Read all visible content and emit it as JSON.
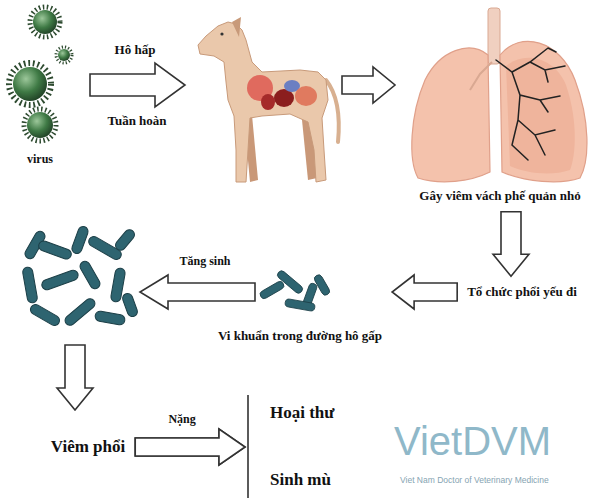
{
  "diagram": {
    "nodes": [
      {
        "text": [
          "Gây viêm vách phế quản nhỏ"
        ]
      },
      {
        "text": [
          "Tổ chức phổi yếu đi"
        ]
      },
      {
        "text": [
          "Vi khuẩn trong đường hô gấp"
        ]
      },
      {
        "text": [
          "Viêm phổi"
        ]
      },
      {
        "text": [
          "Hoại thư"
        ]
      },
      {
        "text": [
          "Sinh mù"
        ]
      }
    ],
    "edges": [
      {
        "from": 0,
        "to": 1,
        "arrow": "to"
      },
      {
        "from": 1,
        "to": 2,
        "arrow": "to"
      },
      {
        "from": 3,
        "to": 4,
        "label": "Nặng",
        "arrow": "to"
      },
      {
        "from": 3,
        "to": 5,
        "arrow": "to"
      }
    ],
    "labels": [
      "virus",
      "Hô hấp",
      "Tuần hoàn",
      "Tăng sinh",
      "VietDVM",
      "Viet Nam Doctor of Veterinary Medicine"
    ]
  }
}
